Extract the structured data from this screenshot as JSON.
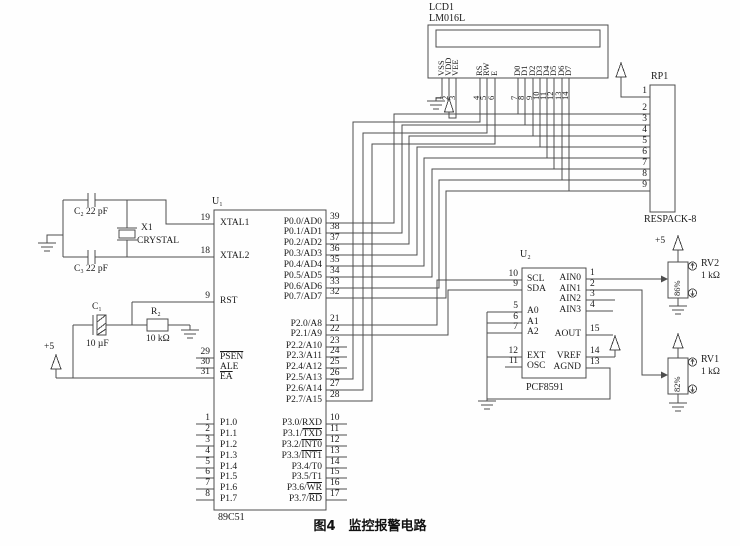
{
  "caption": "图4　监控报警电路",
  "power_label": "+5",
  "colors": {
    "wire": "#4d4d4d",
    "text": "#1b1b1b",
    "bg": "#fefefe"
  },
  "lcd": {
    "ref": "LCD1",
    "part": "LM016L",
    "pins": [
      {
        "name": "VSS",
        "num": "1"
      },
      {
        "name": "VDD",
        "num": "2"
      },
      {
        "name": "VEE",
        "num": "3"
      },
      {
        "name": "RS",
        "num": "4"
      },
      {
        "name": "RW",
        "num": "5"
      },
      {
        "name": "E",
        "num": "6"
      },
      {
        "name": "D0",
        "num": "7"
      },
      {
        "name": "D1",
        "num": "8"
      },
      {
        "name": "D2",
        "num": "9"
      },
      {
        "name": "D3",
        "num": "10"
      },
      {
        "name": "D4",
        "num": "11"
      },
      {
        "name": "D5",
        "num": "12"
      },
      {
        "name": "D6",
        "num": "13"
      },
      {
        "name": "D7",
        "num": "14"
      }
    ]
  },
  "mcu": {
    "ref": "U₁",
    "part": "89C51",
    "left_pins": [
      {
        "num": "19",
        "name": "XTAL1"
      },
      {
        "num": "18",
        "name": "XTAL2"
      },
      {
        "num": "9",
        "name": "RST"
      },
      {
        "num": "29",
        "ov": "PSEN"
      },
      {
        "num": "30",
        "name": "ALE"
      },
      {
        "num": "31",
        "ov": "EA"
      },
      {
        "num": "1",
        "name": "P1.0"
      },
      {
        "num": "2",
        "name": "P1.1"
      },
      {
        "num": "3",
        "name": "P1.2"
      },
      {
        "num": "4",
        "name": "P1.3"
      },
      {
        "num": "5",
        "name": "P1.4"
      },
      {
        "num": "6",
        "name": "P1.5"
      },
      {
        "num": "7",
        "name": "P1.6"
      },
      {
        "num": "8",
        "name": "P1.7"
      }
    ],
    "right_pins": [
      {
        "num": "39",
        "name": "P0.0/AD0"
      },
      {
        "num": "38",
        "name": "P0.1/AD1"
      },
      {
        "num": "37",
        "name": "P0.2/AD2"
      },
      {
        "num": "36",
        "name": "P0.3/AD3"
      },
      {
        "num": "35",
        "name": "P0.4/AD4"
      },
      {
        "num": "34",
        "name": "P0.5/AD5"
      },
      {
        "num": "33",
        "name": "P0.6/AD6"
      },
      {
        "num": "32",
        "name": "P0.7/AD7"
      },
      {
        "num": "21",
        "name": "P2.0/A8"
      },
      {
        "num": "22",
        "name": "P2.1/A9"
      },
      {
        "num": "23",
        "name": "P2.2/A10"
      },
      {
        "num": "24",
        "name": "P2.3/A11"
      },
      {
        "num": "25",
        "name": "P2.4/A12"
      },
      {
        "num": "26",
        "name": "P2.5/A13"
      },
      {
        "num": "27",
        "name": "P2.6/A14"
      },
      {
        "num": "28",
        "name": "P2.7/A15"
      },
      {
        "num": "10",
        "name": "P3.0/RXD"
      },
      {
        "num": "11",
        "name": "P3.1/",
        "ov": "TXD"
      },
      {
        "num": "12",
        "name": "P3.2/",
        "ov": "INT0"
      },
      {
        "num": "13",
        "name": "P3.3/",
        "ov": "INT1"
      },
      {
        "num": "14",
        "name": "P3.4/T0"
      },
      {
        "num": "15",
        "name": "P3.5/T1"
      },
      {
        "num": "16",
        "name": "P3.6/",
        "ov": "WR"
      },
      {
        "num": "17",
        "name": "P3.7/",
        "ov": "RD"
      }
    ]
  },
  "adc": {
    "ref": "U₂",
    "part": "PCF8591",
    "left_pins": [
      {
        "num": "10",
        "name": "SCL"
      },
      {
        "num": "9",
        "name": "SDA"
      },
      {
        "num": "5",
        "name": "A0"
      },
      {
        "num": "6",
        "name": "A1"
      },
      {
        "num": "7",
        "name": "A2"
      },
      {
        "num": "12",
        "name": "EXT"
      },
      {
        "num": "11",
        "name": "OSC"
      }
    ],
    "right_pins": [
      {
        "num": "1",
        "name": "AIN0"
      },
      {
        "num": "2",
        "name": "AIN1"
      },
      {
        "num": "3",
        "name": "AIN2"
      },
      {
        "num": "4",
        "name": "AIN3"
      },
      {
        "num": "15",
        "name": "AOUT"
      },
      {
        "num": "14",
        "name": "VREF"
      },
      {
        "num": "13",
        "name": "AGND"
      }
    ]
  },
  "respack": {
    "ref": "RP1",
    "part": "RESPACK-8",
    "pin_nums": [
      "1",
      "2",
      "3",
      "4",
      "5",
      "6",
      "7",
      "8",
      "9"
    ]
  },
  "pots": {
    "rv2": {
      "ref": "RV2",
      "value": "1 kΩ",
      "percent": "86%",
      "supply": "+5"
    },
    "rv1": {
      "ref": "RV1",
      "value": "1 kΩ",
      "percent": "82%"
    }
  },
  "xtal": {
    "ref": "X1",
    "part": "CRYSTAL",
    "c_top_ref": "C₂",
    "c_top_val": "22 pF",
    "c_bot_ref": "C₃",
    "c_bot_val": "22 pF"
  },
  "reset": {
    "c_ref": "C₁",
    "c_val": "10 µF",
    "r_ref": "R₂",
    "r_val": "10 kΩ"
  }
}
